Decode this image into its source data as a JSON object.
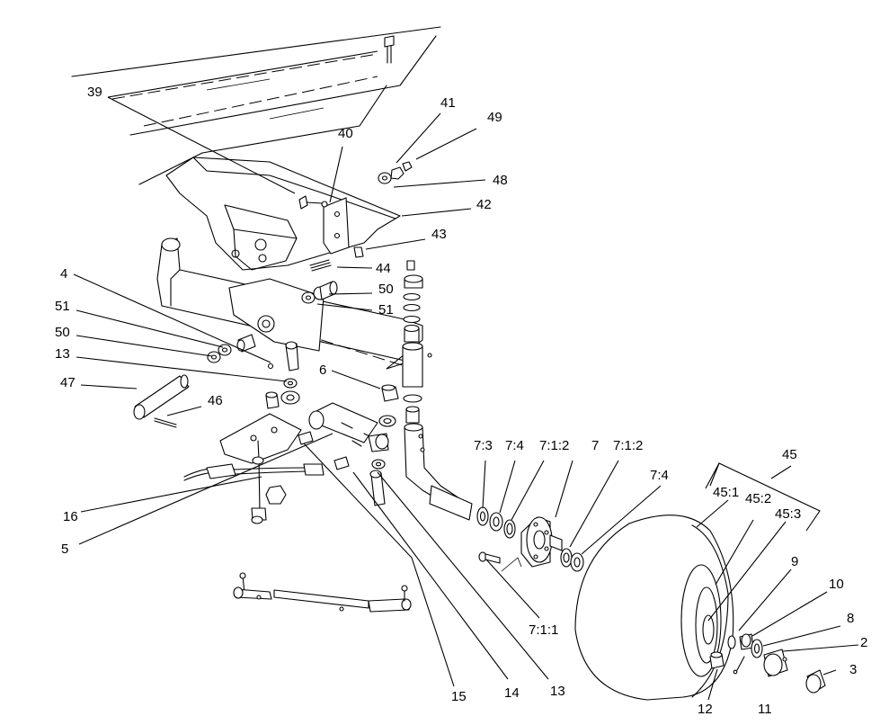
{
  "diagram": {
    "callouts": [
      {
        "id": "c39",
        "text": "39"
      },
      {
        "id": "c40",
        "text": "40"
      },
      {
        "id": "c41",
        "text": "41"
      },
      {
        "id": "c49",
        "text": "49"
      },
      {
        "id": "c48",
        "text": "48"
      },
      {
        "id": "c42",
        "text": "42"
      },
      {
        "id": "c43",
        "text": "43"
      },
      {
        "id": "c44",
        "text": "44"
      },
      {
        "id": "c50a",
        "text": "50"
      },
      {
        "id": "c51a",
        "text": "51"
      },
      {
        "id": "c4",
        "text": "4"
      },
      {
        "id": "c51b",
        "text": "51"
      },
      {
        "id": "c50b",
        "text": "50"
      },
      {
        "id": "c13a",
        "text": "13"
      },
      {
        "id": "c47",
        "text": "47"
      },
      {
        "id": "c46",
        "text": "46"
      },
      {
        "id": "c6",
        "text": "6"
      },
      {
        "id": "c16",
        "text": "16"
      },
      {
        "id": "c5",
        "text": "5"
      },
      {
        "id": "c15",
        "text": "15"
      },
      {
        "id": "c14",
        "text": "14"
      },
      {
        "id": "c13b",
        "text": "13"
      },
      {
        "id": "c7_3",
        "text": "7:3"
      },
      {
        "id": "c7_4a",
        "text": "7:4"
      },
      {
        "id": "c7_1_2a",
        "text": "7:1:2"
      },
      {
        "id": "c7",
        "text": "7"
      },
      {
        "id": "c7_1_2b",
        "text": "7:1:2"
      },
      {
        "id": "c7_4b",
        "text": "7:4"
      },
      {
        "id": "c7_1_1",
        "text": "7:1:1"
      },
      {
        "id": "c45",
        "text": "45"
      },
      {
        "id": "c45_1",
        "text": "45:1"
      },
      {
        "id": "c45_2",
        "text": "45:2"
      },
      {
        "id": "c45_3",
        "text": "45:3"
      },
      {
        "id": "c9",
        "text": "9"
      },
      {
        "id": "c10",
        "text": "10"
      },
      {
        "id": "c8",
        "text": "8"
      },
      {
        "id": "c2",
        "text": "2"
      },
      {
        "id": "c3",
        "text": "3"
      },
      {
        "id": "c12",
        "text": "12"
      },
      {
        "id": "c11",
        "text": "11"
      }
    ]
  }
}
